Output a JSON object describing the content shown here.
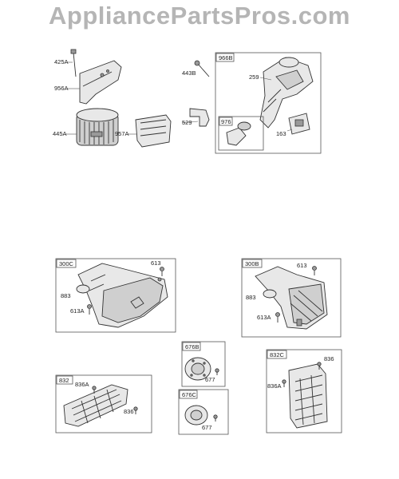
{
  "watermark": "AppliancePartsPros.com",
  "groups": {
    "g966B": "966B",
    "g976": "976",
    "g300C": "300C",
    "g300B": "300B",
    "g676B": "676B",
    "g676C": "676C",
    "g832C": "832C",
    "g832": "832"
  },
  "labels": {
    "p425A": "425A",
    "p956A": "956A",
    "p445A": "445A",
    "p957A": "957A",
    "p443B": "443B",
    "p529": "529",
    "p259": "259",
    "p163": "163",
    "c_613": "613",
    "c_883": "883",
    "c_613A": "613A",
    "b_613": "613",
    "b_883": "883",
    "b_613A": "613A",
    "b6_677": "677",
    "c6_677": "677",
    "cc_836": "836",
    "cc_836A": "836A",
    "s_836A": "836A",
    "s_836": "836"
  }
}
